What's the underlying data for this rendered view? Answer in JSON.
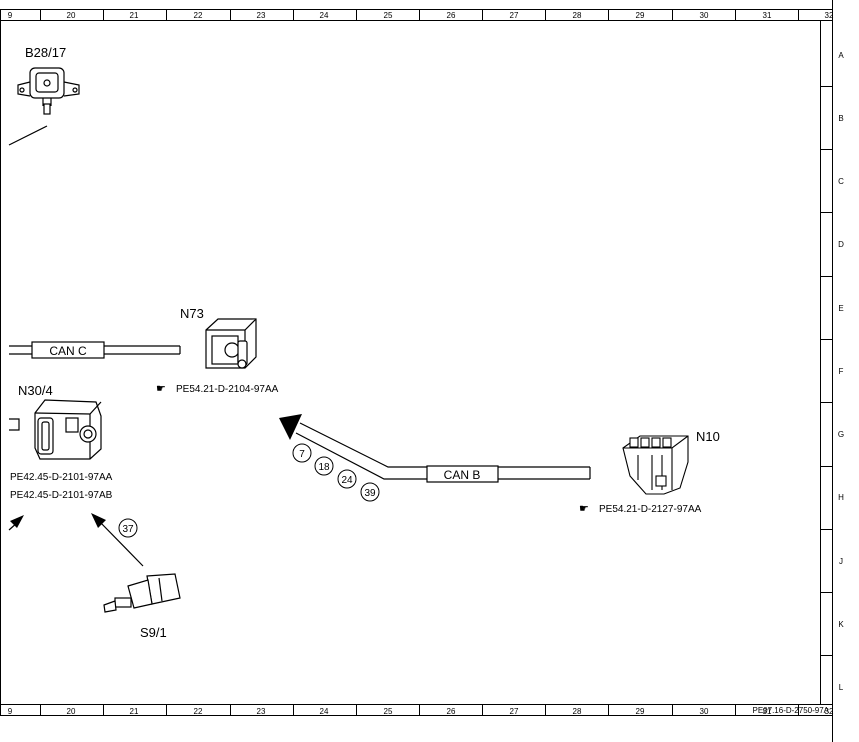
{
  "grid": {
    "columns": [
      "9",
      "20",
      "21",
      "22",
      "23",
      "24",
      "25",
      "26",
      "27",
      "28",
      "29",
      "30",
      "31",
      "32"
    ],
    "rows": [
      "A",
      "B",
      "C",
      "D",
      "E",
      "F",
      "G",
      "H",
      "J",
      "K",
      "L"
    ]
  },
  "components": {
    "b28_17": {
      "label": "B28/17"
    },
    "n73": {
      "label": "N73",
      "ref": "PE54.21-D-2104-97AA"
    },
    "n30_4": {
      "label": "N30/4",
      "ref1": "PE42.45-D-2101-97AA",
      "ref2": "PE42.45-D-2101-97AB"
    },
    "n10": {
      "label": "N10",
      "ref": "PE54.21-D-2127-97AA"
    },
    "s9_1": {
      "label": "S9/1"
    }
  },
  "buses": {
    "can_c": "CAN C",
    "can_b": "CAN B"
  },
  "callouts": [
    "7",
    "18",
    "24",
    "39",
    "37"
  ],
  "footer_ref": "PE07.16-D-2750-97A"
}
